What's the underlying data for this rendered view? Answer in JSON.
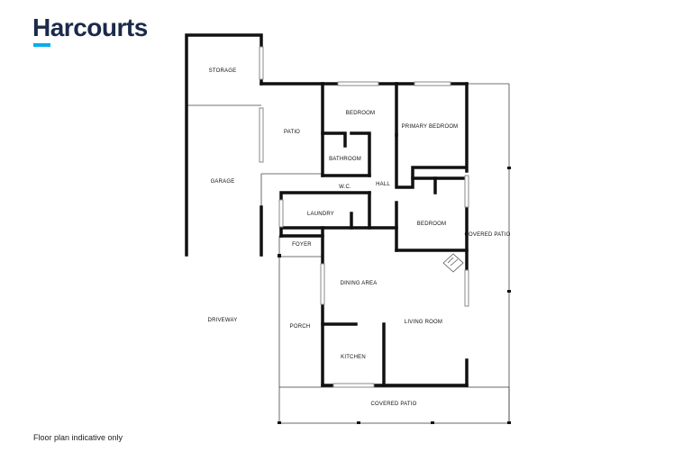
{
  "brand": {
    "name": "Harcourts",
    "accent": "#00aeef",
    "text_color": "#1b2a4a"
  },
  "rooms": {
    "storage": "STORAGE",
    "garage": "GARAGE",
    "patio": "PATIO",
    "bedroom_top": "BEDROOM",
    "primary_bedroom": "PRIMARY BEDROOM",
    "bathroom": "BATHROOM",
    "wc": "W.C.",
    "hall": "HALL",
    "laundry": "LAUNDRY",
    "bedroom_right": "BEDROOM",
    "covered_patio_right": "COVERED PATIO",
    "foyer": "FOYER",
    "dining": "DINING AREA",
    "driveway": "DRIVEWAY",
    "porch": "PORCH",
    "living": "LIVING ROOM",
    "kitchen": "KITCHEN",
    "covered_patio_bottom": "COVERED PATIO"
  },
  "disclaimer": "Floor plan indicative only"
}
